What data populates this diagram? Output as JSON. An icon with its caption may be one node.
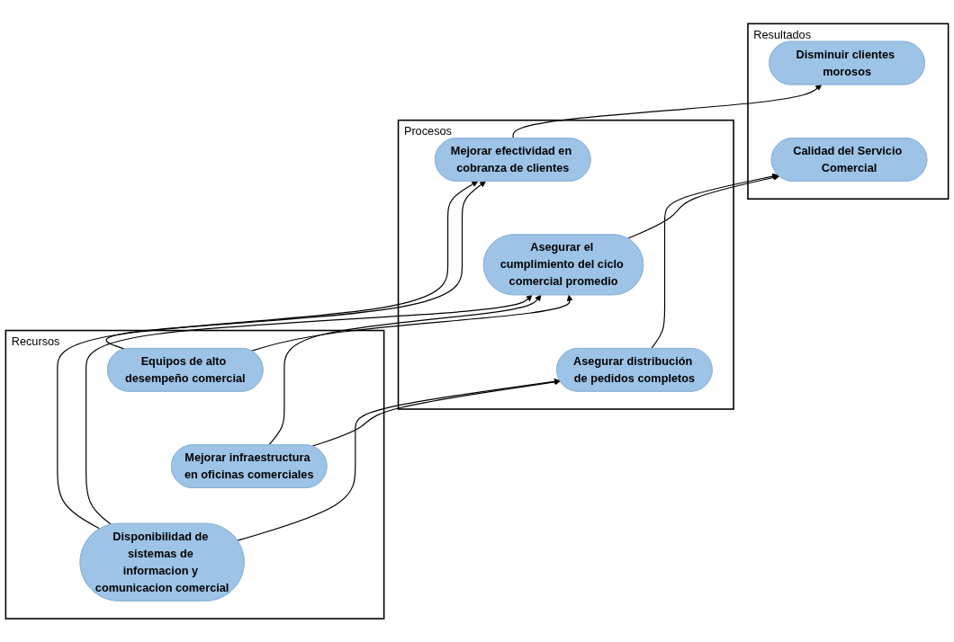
{
  "diagram": {
    "nodes": [
      {
        "text": [
          "Resultados"
        ]
      },
      {
        "text": [
          "Calidad del Servicio Comercial"
        ],
        "in": 0
      },
      {
        "text": [
          "Disminuir clientes morosos"
        ],
        "in": 0
      },
      {
        "text": [
          "Procesos"
        ]
      },
      {
        "text": [
          "Asegurar distribución de pedidos completos"
        ],
        "in": 3
      },
      {
        "text": [
          "Asegurar el cumplimiento del ciclo comercial promedio"
        ],
        "in": 3
      },
      {
        "text": [
          "Mejorar efectividad en cobranza de clientes"
        ],
        "in": 3
      },
      {
        "text": [
          "Recursos"
        ]
      },
      {
        "text": [
          "Disponibilidad de sistemas de informacion y comunicacion comercial"
        ],
        "in": 7
      },
      {
        "text": [
          "Mejorar infraestructura en oficinas comerciales"
        ],
        "in": 7
      },
      {
        "text": [
          "Equipos de alto desempeño comercial"
        ],
        "in": 7
      }
    ],
    "edges": [
      {
        "from": 4,
        "to": 1,
        "arrow": "to"
      },
      {
        "from": 5,
        "to": 1,
        "arrow": "to"
      },
      {
        "from": 6,
        "to": 2,
        "arrow": "to"
      },
      {
        "from": 8,
        "to": 4,
        "arrow": "to"
      },
      {
        "from": 8,
        "to": 5,
        "arrow": "to"
      },
      {
        "from": 8,
        "to": 6,
        "arrow": "to"
      },
      {
        "from": 9,
        "to": 4,
        "arrow": "to"
      },
      {
        "from": 9,
        "to": 5,
        "arrow": "to"
      },
      {
        "from": 10,
        "to": 5,
        "arrow": "to"
      },
      {
        "from": 10,
        "to": 6,
        "arrow": "to"
      }
    ]
  }
}
